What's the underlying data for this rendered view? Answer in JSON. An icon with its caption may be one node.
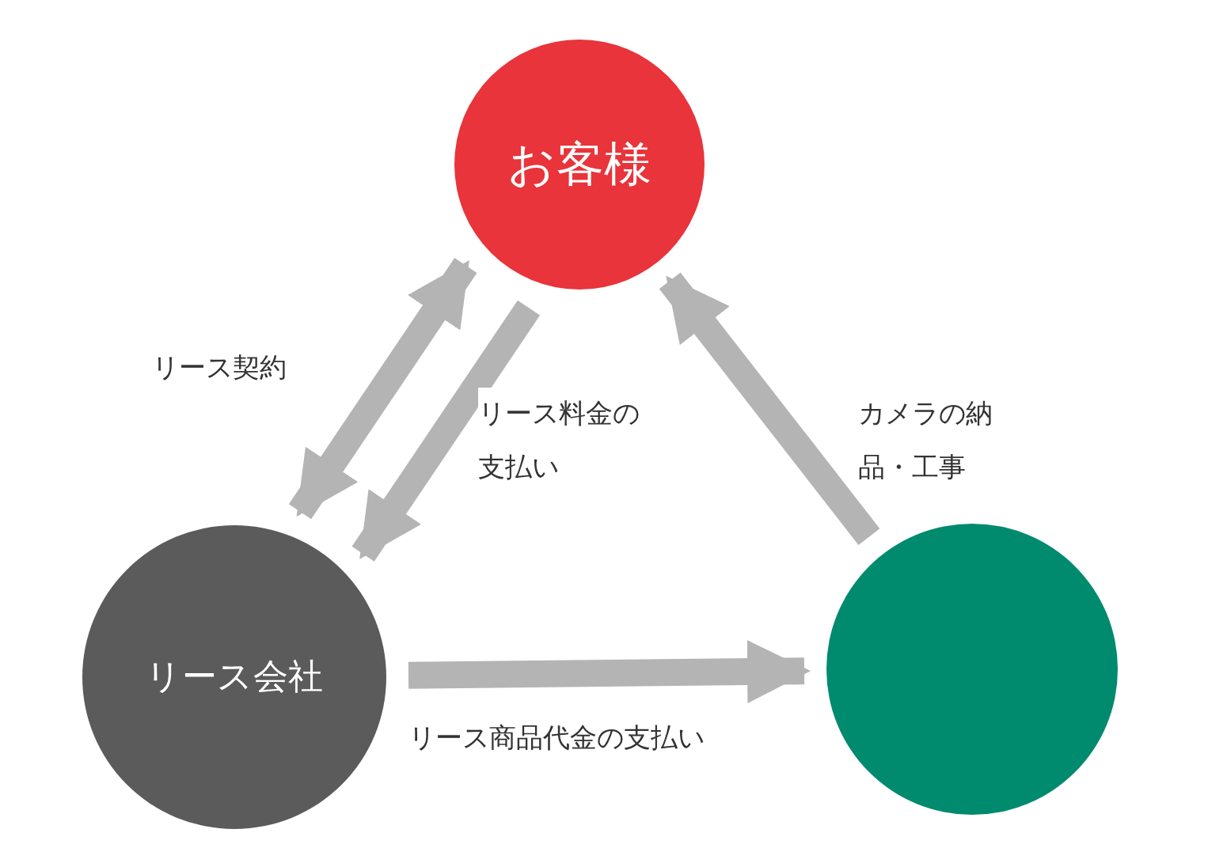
{
  "diagram": {
    "nodes": [
      {
        "text": [
          "お客様"
        ]
      },
      {
        "text": [
          "リース会社"
        ]
      },
      {
        "text": [],
        "shape": "circle"
      }
    ],
    "edges": [
      {
        "from": 0,
        "to": 1,
        "arrow": "both",
        "label": "リース契約"
      },
      {
        "from": 0,
        "to": 1,
        "arrow": "to",
        "label": "リース料金の支払い"
      },
      {
        "from": 2,
        "to": 0,
        "arrow": "to",
        "label": "カメラの納品・工事"
      },
      {
        "from": 1,
        "to": 2,
        "arrow": "to",
        "label": "リース商品代金の支払い"
      }
    ]
  }
}
